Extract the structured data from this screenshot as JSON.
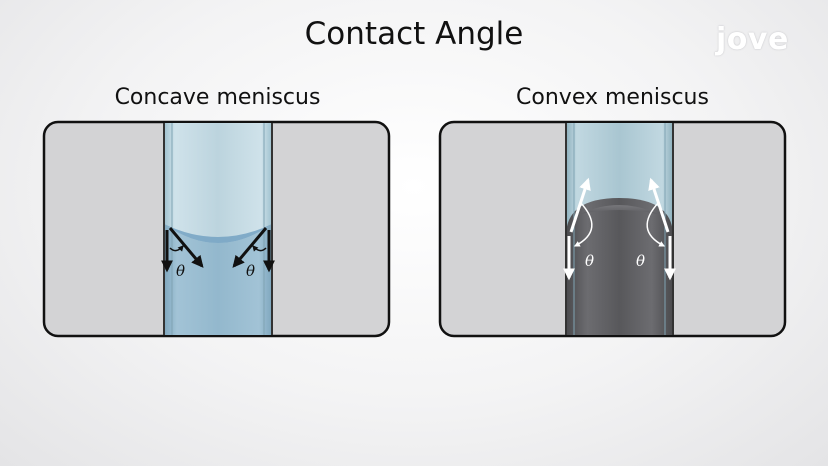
{
  "title": "Contact Angle",
  "logo": "jove",
  "panels": [
    {
      "label": "Concave meniscus",
      "angle_symbol": "θ"
    },
    {
      "label": "Convex meniscus",
      "angle_symbol": "θ"
    }
  ],
  "colors": {
    "wall": "#d2d2d4",
    "tube_glass": "#b9d2dc",
    "water": "#8fb4cc",
    "mercury": "#5a5a5d",
    "frame": "#111111"
  }
}
